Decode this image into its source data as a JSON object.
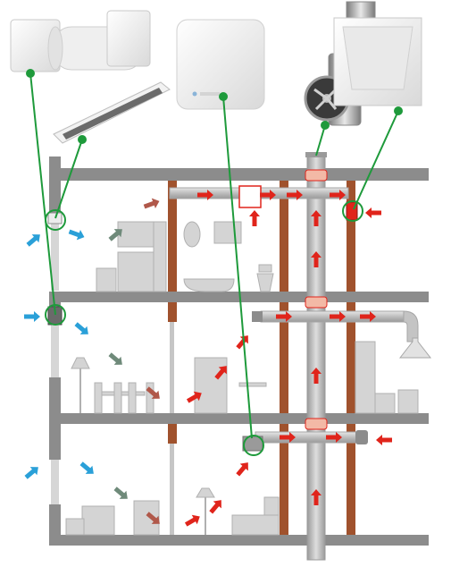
{
  "diagram": {
    "type": "building ventilation cross-section",
    "colors": {
      "wall": "#8c8c8c",
      "column": "#a0522d",
      "duct": "#bdbdbd",
      "exhaust_arrow": "#e0241b",
      "supply_arrow": "#2aa0d8",
      "mixed_arrow": "#6f8a7a",
      "callout": "#1e9a3b",
      "furniture": "#cfcfcf"
    },
    "products": [
      {
        "name": "wall-inlet-valve-product"
      },
      {
        "name": "slot-window-vent-product"
      },
      {
        "name": "room-exhaust-fan-product"
      },
      {
        "name": "duct-fan-product"
      },
      {
        "name": "ceiling-fan-product"
      }
    ],
    "floors": 4,
    "airflow": {
      "supply_side": "left",
      "exhaust_side": "right"
    }
  }
}
